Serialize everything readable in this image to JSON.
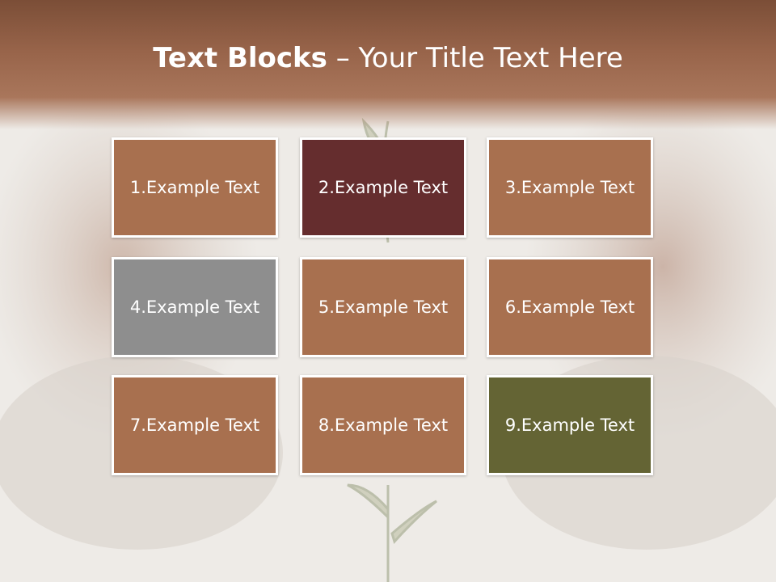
{
  "title": {
    "bold": "Text Blocks",
    "dash": " – ",
    "rest": "Your Title Text Here"
  },
  "blocks": [
    {
      "label": "1.Example Text",
      "color": "#a8704f"
    },
    {
      "label": "2.Example Text",
      "color": "#652d2e"
    },
    {
      "label": "3.Example Text",
      "color": "#a8704f"
    },
    {
      "label": "4.Example Text",
      "color": "#8e8e8e"
    },
    {
      "label": "5.Example Text",
      "color": "#a8704f"
    },
    {
      "label": "6.Example Text",
      "color": "#a8704f"
    },
    {
      "label": "7.Example Text",
      "color": "#a8704f"
    },
    {
      "label": "8.Example Text",
      "color": "#a8704f"
    },
    {
      "label": "9.Example Text",
      "color": "#646434"
    }
  ]
}
